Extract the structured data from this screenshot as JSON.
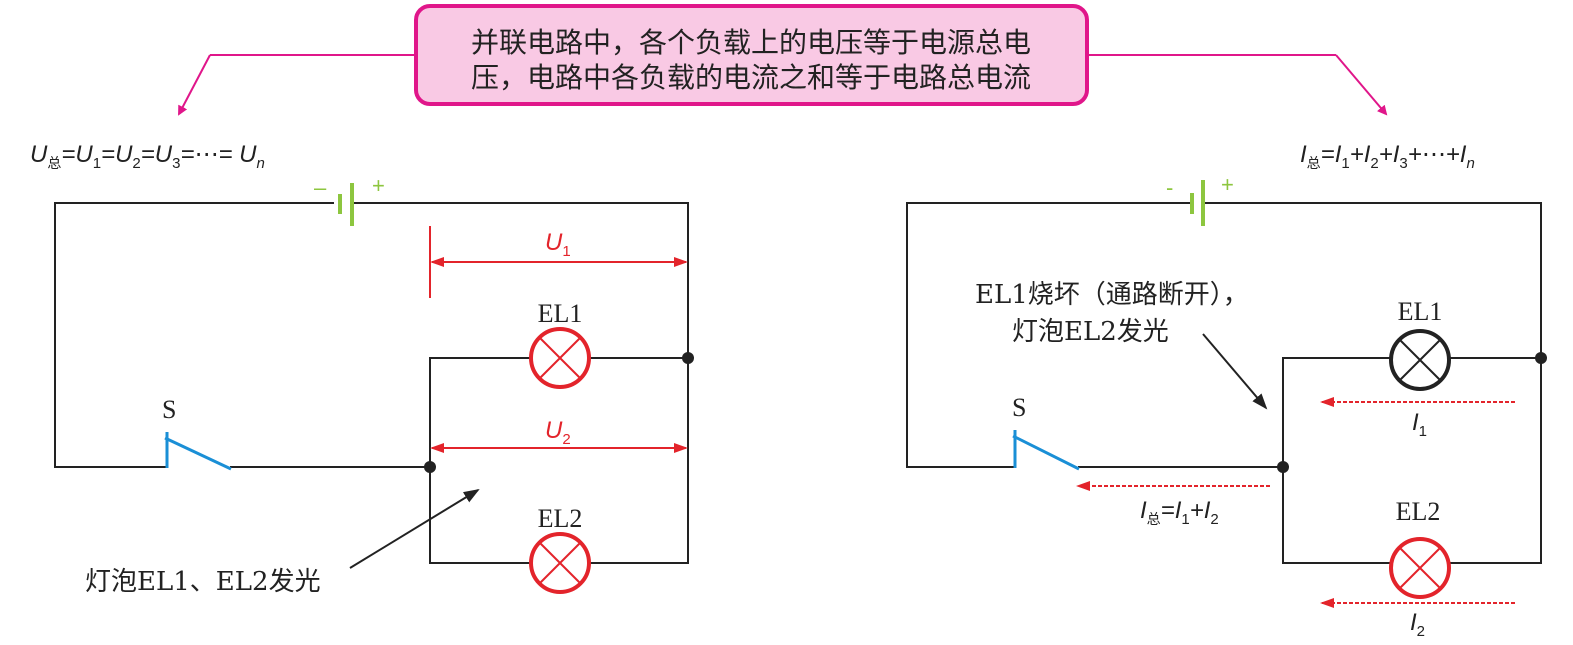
{
  "summary_box": {
    "line1": "并联电路中，各个负载上的电压等于电源总电",
    "line2": "压，电路中各负载的电流之和等于电路总电流"
  },
  "formulas": {
    "voltage": {
      "U": "U",
      "total_sub": "总",
      "eq1": "=U",
      "s1": "1",
      "eq2": "=U",
      "s2": "2",
      "eq3": "=U",
      "s3": "3",
      "rest": "=⋯= U",
      "sn": "n"
    },
    "current": {
      "I": "I",
      "total_sub": "总",
      "p1": "=I",
      "s1": "1",
      "p2": "+I",
      "s2": "2",
      "p3": "+I",
      "s3": "3",
      "rest": "+⋯+I",
      "sn": "n"
    }
  },
  "left_circuit": {
    "battery_minus": "–",
    "battery_plus": "+",
    "switch_label": "S",
    "lamp1_label": "EL1",
    "lamp2_label": "EL2",
    "u1": {
      "U": "U",
      "sub": "1"
    },
    "u2": {
      "U": "U",
      "sub": "2"
    },
    "annotation": "灯泡EL1、EL2发光"
  },
  "right_circuit": {
    "battery_minus": "-",
    "battery_plus": "+",
    "switch_label": "S",
    "lamp1_label": "EL1",
    "lamp2_label": "EL2",
    "annotation_line1": "EL1烧坏（通路断开），",
    "annotation_line2": "灯泡EL2发光",
    "i1": {
      "I": "I",
      "sub": "1"
    },
    "i2": {
      "I": "I",
      "sub": "2"
    },
    "itotal": {
      "I": "I",
      "total_sub": "总",
      "eq": "=I",
      "s1": "1",
      "plus": "+I",
      "s2": "2"
    }
  },
  "colors": {
    "pink_fill": "#f9c9e4",
    "pink_stroke": "#e0168a",
    "red": "#e3242b",
    "green": "#8dc63f",
    "blue": "#1a8fd6",
    "black": "#222222"
  }
}
